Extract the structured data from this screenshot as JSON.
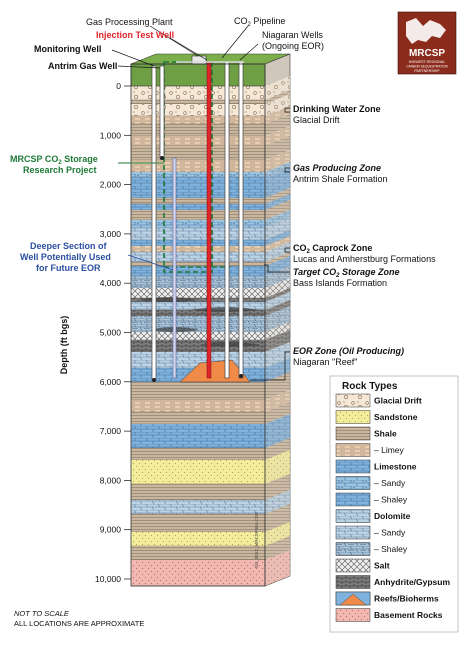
{
  "labels": {
    "gas_processing_plant": "Gas Processing Plant",
    "injection_test_well": "Injection Test Well",
    "monitoring_well": "Monitoring Well",
    "antrim_gas_well": "Antrim Gas Well",
    "co2_pipeline_pre": "CO",
    "co2_pipeline_sub": "2",
    "co2_pipeline_post": " Pipeline",
    "niagaran_wells_1": "Niagaran Wells",
    "niagaran_wells_2": "(Ongoing EOR)",
    "mrcsp_project_1_pre": "MRCSP CO",
    "mrcsp_project_1_sub": "2",
    "mrcsp_project_1_post": " Storage",
    "mrcsp_project_2": "Research Project",
    "deeper_section_1": "Deeper Section of",
    "deeper_section_2": "Well Potentially Used",
    "deeper_section_3": "for Future EOR",
    "y_axis_label": "Depth (ft bgs)",
    "not_to_scale": "NOT TO SCALE",
    "all_locations": "ALL LOCATIONS ARE APPROXIMATE",
    "figure_code": "SG_0012_MRCSP084.CDR"
  },
  "zones": {
    "drinking_title": "Drinking Water Zone",
    "drinking_sub": "Glacial Drift",
    "gas_title": "Gas Producing Zone",
    "gas_sub": "Antrim Shale Formation",
    "caprock_title_pre": "CO",
    "caprock_title_sub": "2",
    "caprock_title_post": " Caprock Zone",
    "caprock_sub": "Lucas and Amherstburg Formations",
    "target_title_pre": "Target CO",
    "target_title_sub": "2",
    "target_title_post": " Storage Zone",
    "target_sub": "Bass Islands Formation",
    "eor_title": "EOR Zone (Oil Producing)",
    "eor_sub": "Niagaran \"Reef\""
  },
  "depth_ticks": [
    "0",
    "1,000",
    "2,000",
    "3,000",
    "4,000",
    "5,000",
    "6,000",
    "7,000",
    "8,000",
    "9,000",
    "10,000"
  ],
  "logo": {
    "title": "MRCSP",
    "line1": "MIDWEST REGIONAL",
    "line2": "CARBON SEQUESTRATION",
    "line3": "PARTNERSHIP"
  },
  "legend": {
    "title": "Rock Types",
    "items": [
      "Glacial Drift",
      "Sandstone",
      "Shale",
      "– Limey",
      "Limestone",
      "– Sandy",
      "– Shaley",
      "Dolomite",
      "– Sandy",
      "– Shaley",
      "Salt",
      "Anhydrite/Gypsum",
      "Reefs/Bioherms",
      "Basement Rocks"
    ]
  },
  "colors": {
    "injection_well": "#e0252a",
    "green_dash": "#1e7a36",
    "blue_label": "#2b4fa0",
    "limestone": "#7fb2dc",
    "sandstone": "#f3ec9a",
    "logo_bg": "#8b2b1c"
  }
}
